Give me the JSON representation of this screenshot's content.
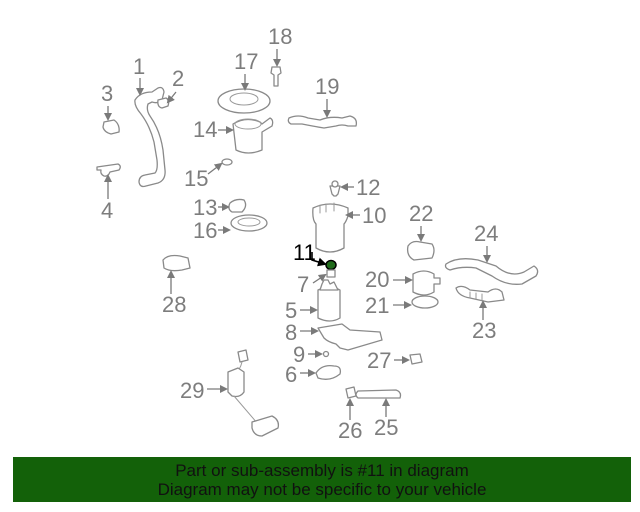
{
  "diagram": {
    "highlighted_part": "11",
    "highlight_color": "#1f6a1a",
    "callouts": [
      {
        "id": "1",
        "label": "1"
      },
      {
        "id": "2",
        "label": "2"
      },
      {
        "id": "3",
        "label": "3"
      },
      {
        "id": "4",
        "label": "4"
      },
      {
        "id": "5",
        "label": "5"
      },
      {
        "id": "6",
        "label": "6"
      },
      {
        "id": "7",
        "label": "7"
      },
      {
        "id": "8",
        "label": "8"
      },
      {
        "id": "9",
        "label": "9"
      },
      {
        "id": "10",
        "label": "10"
      },
      {
        "id": "11",
        "label": "11"
      },
      {
        "id": "12",
        "label": "12"
      },
      {
        "id": "13",
        "label": "13"
      },
      {
        "id": "14",
        "label": "14"
      },
      {
        "id": "15",
        "label": "15"
      },
      {
        "id": "16",
        "label": "16"
      },
      {
        "id": "17",
        "label": "17"
      },
      {
        "id": "18",
        "label": "18"
      },
      {
        "id": "19",
        "label": "19"
      },
      {
        "id": "20",
        "label": "20"
      },
      {
        "id": "21",
        "label": "21"
      },
      {
        "id": "22",
        "label": "22"
      },
      {
        "id": "23",
        "label": "23"
      },
      {
        "id": "24",
        "label": "24"
      },
      {
        "id": "25",
        "label": "25"
      },
      {
        "id": "26",
        "label": "26"
      },
      {
        "id": "27",
        "label": "27"
      },
      {
        "id": "28",
        "label": "28"
      },
      {
        "id": "29",
        "label": "29"
      }
    ]
  },
  "banner": {
    "line1": "Part or sub-assembly is #11 in diagram",
    "line2": "Diagram may not be specific to your vehicle",
    "background": "#136109"
  }
}
